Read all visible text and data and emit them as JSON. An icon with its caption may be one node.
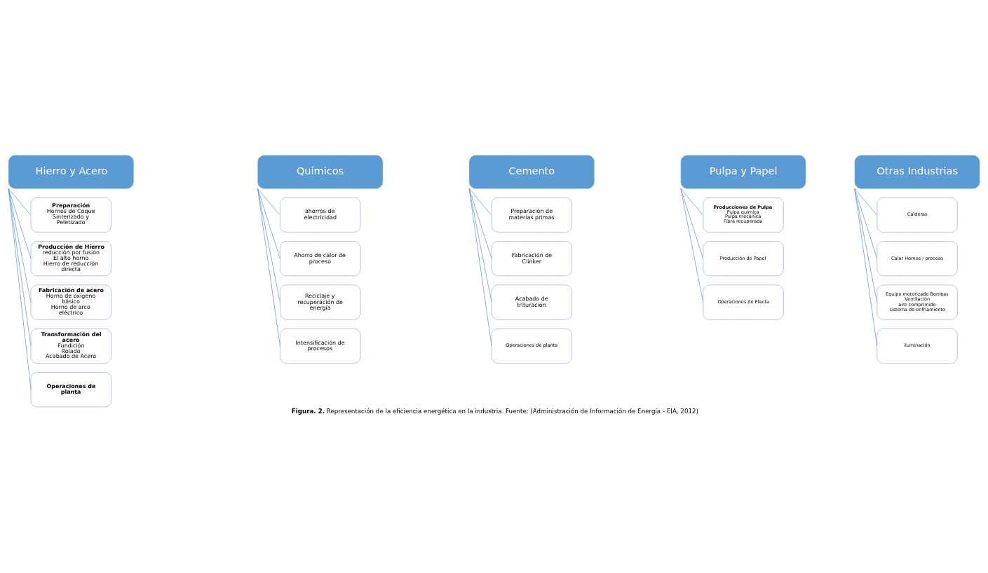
{
  "diagram": {
    "caption": "**Figura. 2.** Representación de la eficiencia energética en la industria. Fuente: (Administración de Información de Energía - EIA, 2012)",
    "nodes": [
      {
        "text": [
          "Hierro y Acero"
        ]
      },
      {
        "text": [
          "Preparación",
          "Hornos de Coque",
          "Sinterizado y Peletizado"
        ]
      },
      {
        "text": [
          "Producción de Hierro",
          "reducción por fusión",
          "El alto horno",
          "Hierro de reducción directa"
        ]
      },
      {
        "text": [
          "Fabricación de acero",
          "Horno de oxígeno básico",
          "Horno de arco eléctrico"
        ]
      },
      {
        "text": [
          "Transformación del acero",
          "Fundición",
          "Rolado",
          "Acabado de Acero"
        ]
      },
      {
        "text": [
          "Operaciones de planta"
        ]
      },
      {
        "text": [
          "Químicos"
        ]
      },
      {
        "text": [
          "ahorros de electricidad"
        ]
      },
      {
        "text": [
          "Ahorro de calor de proceso"
        ]
      },
      {
        "text": [
          "Reciclaje y recuperación de energía"
        ]
      },
      {
        "text": [
          "Intensificación de procesos"
        ]
      },
      {
        "text": [
          "Cemento"
        ]
      },
      {
        "text": [
          "Preparación de materias primas"
        ]
      },
      {
        "text": [
          "Fabricación de Clinker"
        ]
      },
      {
        "text": [
          "Acabado de trituración"
        ]
      },
      {
        "text": [
          "Operaciones de planta"
        ]
      },
      {
        "text": [
          "Pulpa y Papel"
        ]
      },
      {
        "text": [
          "Producciones de Pulpa",
          "Pulpa química",
          "Pulpa mecánica",
          "Fibra recuperada"
        ]
      },
      {
        "text": [
          "Producción de Papel"
        ]
      },
      {
        "text": [
          "Operaciones de Planta"
        ]
      },
      {
        "text": [
          "Otras Industrias"
        ]
      },
      {
        "text": [
          "Calderas"
        ]
      },
      {
        "text": [
          "Calor Hornos / proceso"
        ]
      },
      {
        "text": [
          "Equipo motorizado Bombas",
          "Ventilación",
          "aire comprimido",
          "sistema de enfriamiento"
        ]
      },
      {
        "text": [
          "iluminación"
        ]
      }
    ],
    "edges": [
      {
        "from": 0,
        "to": 1,
        "arrow": "none"
      },
      {
        "from": 0,
        "to": 2,
        "arrow": "none"
      },
      {
        "from": 0,
        "to": 3,
        "arrow": "none"
      },
      {
        "from": 0,
        "to": 4,
        "arrow": "none"
      },
      {
        "from": 0,
        "to": 5,
        "arrow": "none"
      },
      {
        "from": 6,
        "to": 7,
        "arrow": "none"
      },
      {
        "from": 6,
        "to": 8,
        "arrow": "none"
      },
      {
        "from": 6,
        "to": 9,
        "arrow": "none"
      },
      {
        "from": 6,
        "to": 10,
        "arrow": "none"
      },
      {
        "from": 11,
        "to": 12,
        "arrow": "none"
      },
      {
        "from": 11,
        "to": 13,
        "arrow": "none"
      },
      {
        "from": 11,
        "to": 14,
        "arrow": "none"
      },
      {
        "from": 11,
        "to": 15,
        "arrow": "none"
      },
      {
        "from": 16,
        "to": 17,
        "arrow": "none"
      },
      {
        "from": 16,
        "to": 18,
        "arrow": "none"
      },
      {
        "from": 16,
        "to": 19,
        "arrow": "none"
      },
      {
        "from": 20,
        "to": 21,
        "arrow": "none"
      },
      {
        "from": 20,
        "to": 22,
        "arrow": "none"
      },
      {
        "from": 20,
        "to": 23,
        "arrow": "none"
      },
      {
        "from": 20,
        "to": 24,
        "arrow": "none"
      }
    ]
  }
}
